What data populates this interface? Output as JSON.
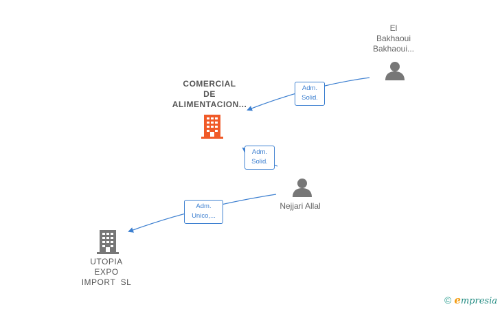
{
  "nodes": {
    "person_el": {
      "lines": [
        "El",
        "Bakhaoui",
        "Bakhaoui..."
      ]
    },
    "company_main": {
      "lines": [
        "COMERCIAL",
        "DE",
        "ALIMENTACION..."
      ]
    },
    "person_nejjari": {
      "lines": [
        "Nejjari Allal"
      ]
    },
    "company_utopia": {
      "lines": [
        "UTOPIA",
        "EXPO",
        "IMPORT  SL"
      ]
    }
  },
  "roles": {
    "el_to_main": {
      "lines": [
        "Adm.",
        "Solid."
      ]
    },
    "nejjari_to_main": {
      "lines": [
        "Adm.",
        "Solid."
      ]
    },
    "nejjari_to_utopia": {
      "lines": [
        "Adm.",
        "Unico,..."
      ]
    }
  },
  "colors": {
    "edge": "#3c7fd0",
    "main_company_icon": "#f05a28",
    "company_icon": "#777777",
    "person_icon": "#777777"
  },
  "footer": {
    "copyright": "©",
    "brand_initial": "e",
    "brand_rest": "mpresia"
  }
}
